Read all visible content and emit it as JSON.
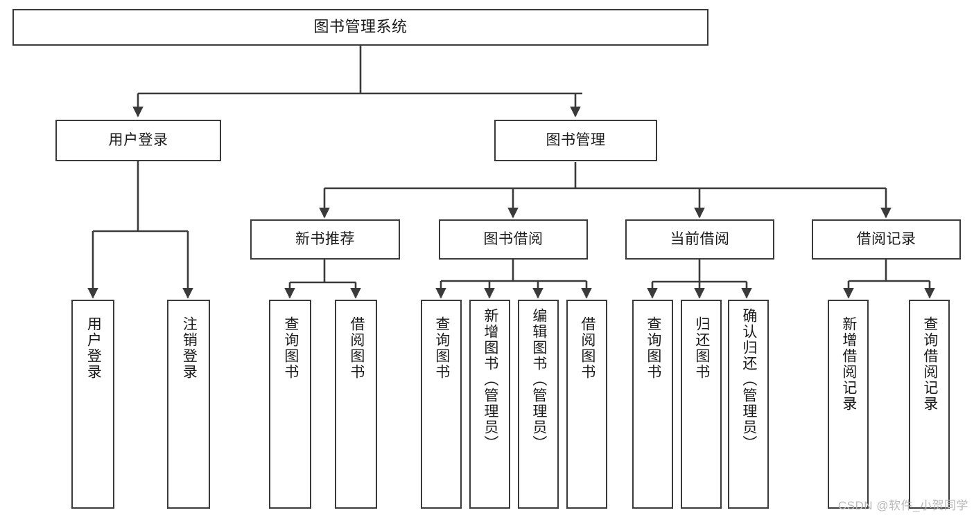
{
  "diagram": {
    "title": "图书管理系统",
    "watermark": "CSDN @软件_小贺同学",
    "line_color": "#3a3a3a",
    "box_fill": "#ffffff",
    "text_color": "#1a1a1a",
    "watermark_color": "#b9b9b9",
    "root": {
      "label": "图书管理系统"
    },
    "level1": [
      {
        "label": "用户登录"
      },
      {
        "label": "图书管理"
      }
    ],
    "level2": [
      {
        "label": "新书推荐"
      },
      {
        "label": "图书借阅"
      },
      {
        "label": "当前借阅"
      },
      {
        "label": "借阅记录"
      }
    ],
    "leaves": {
      "user_login": [
        {
          "label": "用户登录"
        },
        {
          "label": "注销登录"
        }
      ],
      "new_book": [
        {
          "label": "查询图书"
        },
        {
          "label": "借阅图书"
        }
      ],
      "book_borrow": [
        {
          "label": "查询图书"
        },
        {
          "label": "新增图书（管理员）"
        },
        {
          "label": "编辑图书（管理员）"
        },
        {
          "label": "借阅图书"
        }
      ],
      "current_borrow": [
        {
          "label": "查询图书"
        },
        {
          "label": "归还图书"
        },
        {
          "label": "确认归还（管理员）"
        }
      ],
      "borrow_record": [
        {
          "label": "新增借阅记录"
        },
        {
          "label": "查询借阅记录"
        }
      ]
    }
  }
}
